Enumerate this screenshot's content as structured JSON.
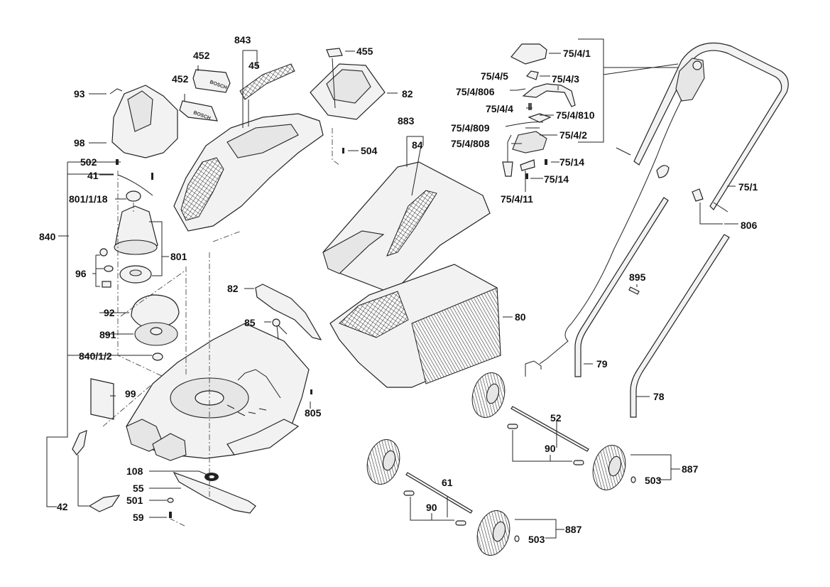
{
  "diagram": {
    "title": "Lawn mower exploded parts diagram",
    "type": "exploded-view",
    "brand_mark": "BOSCH",
    "labels": {
      "p93": "93",
      "p98": "98",
      "p502": "502",
      "p41": "41",
      "p801_1_18": "801/1/18",
      "p840": "840",
      "p801": "801",
      "p96": "96",
      "p92": "92",
      "p891": "891",
      "p840_1_2": "840/1/2",
      "p99": "99",
      "p42": "42",
      "p108": "108",
      "p55": "55",
      "p501": "501",
      "p59": "59",
      "p452a": "452",
      "p452b": "452",
      "p843": "843",
      "p45": "45",
      "p455": "455",
      "p82a": "82",
      "p504": "504",
      "p883": "883",
      "p84": "84",
      "p82b": "82",
      "p85": "85",
      "p805": "805",
      "p80": "80",
      "p75_4_1": "75/4/1",
      "p75_4_5": "75/4/5",
      "p75_4_3": "75/4/3",
      "p75_4_806": "75/4/806",
      "p75_4_4": "75/4/4",
      "p75_4_810": "75/4/810",
      "p75_4_809": "75/4/809",
      "p75_4_2": "75/4/2",
      "p75_4_808": "75/4/808",
      "p75_14a": "75/14",
      "p75_14b": "75/14",
      "p75_4_11": "75/4/11",
      "p75_1": "75/1",
      "p806": "806",
      "p895": "895",
      "p79": "79",
      "p78": "78",
      "p52": "52",
      "p90a": "90",
      "p887a": "887",
      "p503a": "503",
      "p61": "61",
      "p90b": "90",
      "p887b": "887",
      "p503b": "503"
    }
  }
}
